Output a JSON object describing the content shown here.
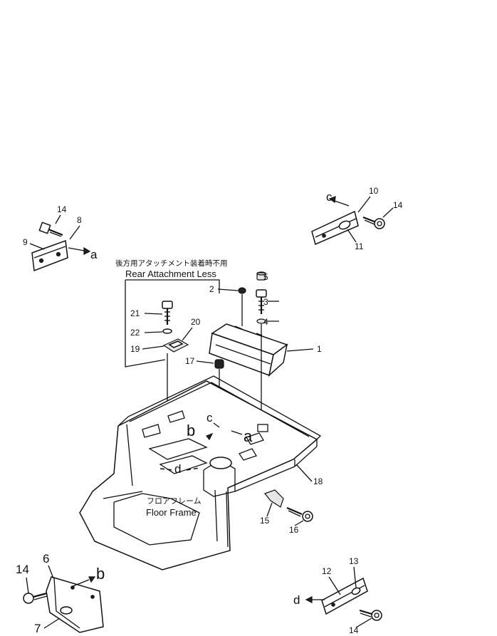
{
  "callouts": {
    "p1": "1",
    "p2": "2",
    "p3": "3",
    "p4": "4",
    "p5": "5",
    "p6": "6",
    "p7": "7",
    "p8": "8",
    "p9": "9",
    "p10": "10",
    "p11": "11",
    "p12": "12",
    "p13": "13",
    "p14_tl": "14",
    "p14_tr": "14",
    "p14_bl": "14",
    "p14_br": "14",
    "p15": "15",
    "p16": "16",
    "p17": "17",
    "p18": "18",
    "p19": "19",
    "p20": "20",
    "p21": "21",
    "p22": "22"
  },
  "refs": {
    "a_tl": "a",
    "a_main": "a",
    "b_bl": "b",
    "b_main": "b",
    "c_tr": "c",
    "c_main": "c",
    "d_br": "d",
    "d_main": "d"
  },
  "notes": {
    "rear_attachment_jp": "後方用アタッチメント装着時不用",
    "rear_attachment_en": "Rear Attachment Less",
    "floor_frame_jp": "フロアフレーム",
    "floor_frame_en": "Floor Frame"
  }
}
